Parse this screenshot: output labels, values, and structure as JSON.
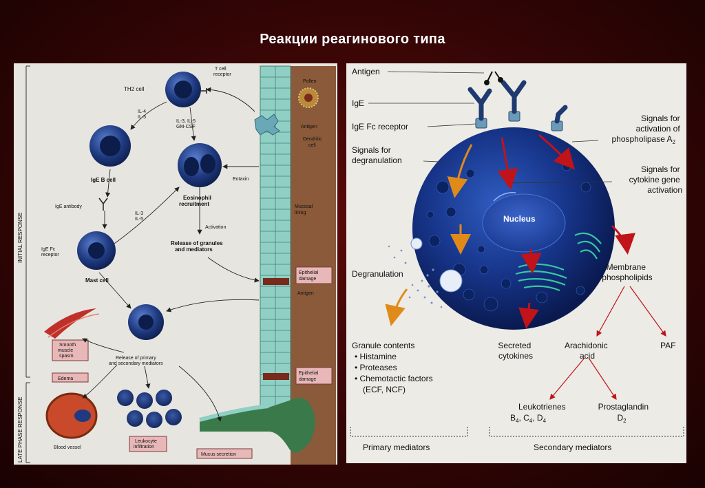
{
  "slide": {
    "title": "Реакции реагинового типа"
  },
  "left": {
    "t_cell_receptor": [
      "T cell",
      "receptor"
    ],
    "th2_cell": "TH2 cell",
    "il4_il5": [
      "IL-4",
      "IL-5"
    ],
    "il3_il5_gmcsf": [
      "IL-3, IL-5",
      "GM-CSF"
    ],
    "pollen": "Pollen",
    "antigen_top": "Antigen",
    "dendritic_cell": [
      "Dendritic",
      "cell"
    ],
    "ige_b_cell": "IgE B cell",
    "eotaxin": "Eotaxin",
    "ige_antibody": "IgE antibody",
    "eosinophil": [
      "Eosinophil",
      "recruitment"
    ],
    "mucosal_lining": [
      "Mucosal",
      "lining"
    ],
    "il3_il5": [
      "IL-3",
      "IL-5"
    ],
    "activation": "Activation",
    "ige_fc_receptor": [
      "IgE Fc",
      "receptor"
    ],
    "release_granules": [
      "Release of granules",
      "and mediators"
    ],
    "mast_cell": "Mast cell",
    "epithelial_damage_1": [
      "Epithelial",
      "damage"
    ],
    "antigen_mid": "Antigen",
    "smooth_muscle": [
      "Smooth",
      "muscle",
      "spasm"
    ],
    "release_mediators": [
      "Release of primary",
      "and secondary mediators"
    ],
    "edema": "Edema",
    "epithelial_damage_2": [
      "Epithelial",
      "damage"
    ],
    "blood_vessel": "Blood vessel",
    "leukocyte": [
      "Leukocyte",
      "infiltration"
    ],
    "mucus_secretion": "Mucus secretion",
    "initial_response": "INITIAL RESPONSE",
    "late_phase_response": "LATE PHASE RESPONSE"
  },
  "right": {
    "antigen": "Antigen",
    "ige": "IgE",
    "ige_fc_receptor": "IgE Fc receptor",
    "signals_degranulation": [
      "Signals for",
      "degranulation"
    ],
    "signals_phospholipase": [
      "Signals for",
      "activation of",
      "phospholipase A"
    ],
    "phospholipase_sub": "2",
    "signals_cytokine": [
      "Signals for",
      "cytokine gene",
      "activation"
    ],
    "nucleus": "Nucleus",
    "degranulation": "Degranulation",
    "membrane_phospholipids": [
      "Membrane",
      "phospholipids"
    ],
    "granule_contents_title": "Granule contents",
    "granule_contents": [
      "• Histamine",
      "• Proteases",
      "• Chemotactic factors",
      "(ECF, NCF)"
    ],
    "secreted_cytokines": [
      "Secreted",
      "cytokines"
    ],
    "arachidonic_acid": [
      "Arachidonic",
      "acid"
    ],
    "paf": "PAF",
    "leukotrienes": "Leukotrienes",
    "leukotrienes_sub": [
      "B",
      "4",
      ", C",
      "4",
      ", D",
      "4"
    ],
    "prostaglandin": [
      "Prostaglandin",
      "D",
      "2"
    ],
    "primary_mediators": "Primary mediators",
    "secondary_mediators": "Secondary mediators"
  },
  "colors": {
    "background": "#3a0606",
    "cell_blue": "#1f3f8a",
    "arrow_red": "#c0141a",
    "arrow_orange": "#e08a1a",
    "epithelium_teal": "#8fcfc4",
    "tissue_brown": "#8a5a3a",
    "label_box_pink": "#e8b8b8"
  }
}
